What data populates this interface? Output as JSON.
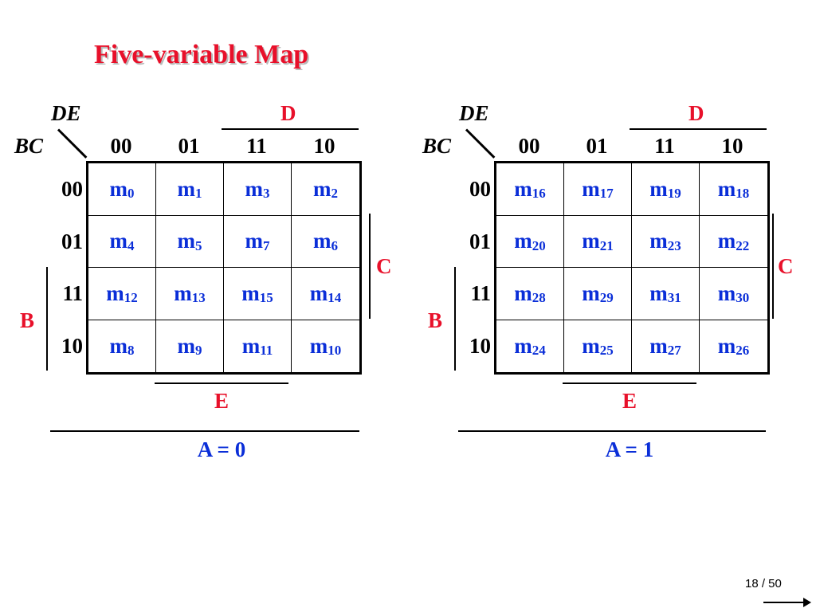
{
  "title": "Five-variable Map",
  "maps": [
    {
      "corner_col": "DE",
      "corner_row": "BC",
      "col_headers": [
        "00",
        "01",
        "11",
        "10"
      ],
      "row_headers": [
        "00",
        "01",
        "11",
        "10"
      ],
      "cells": [
        [
          "0",
          "1",
          "3",
          "2"
        ],
        [
          "4",
          "5",
          "7",
          "6"
        ],
        [
          "12",
          "13",
          "15",
          "14"
        ],
        [
          "8",
          "9",
          "11",
          "10"
        ]
      ],
      "label_d": "D",
      "label_c": "C",
      "label_b": "B",
      "label_e": "E",
      "label_a": "A = 0"
    },
    {
      "corner_col": "DE",
      "corner_row": "BC",
      "col_headers": [
        "00",
        "01",
        "11",
        "10"
      ],
      "row_headers": [
        "00",
        "01",
        "11",
        "10"
      ],
      "cells": [
        [
          "16",
          "17",
          "19",
          "18"
        ],
        [
          "20",
          "21",
          "23",
          "22"
        ],
        [
          "28",
          "29",
          "31",
          "30"
        ],
        [
          "24",
          "25",
          "27",
          "26"
        ]
      ],
      "label_d": "D",
      "label_c": "C",
      "label_b": "B",
      "label_e": "E",
      "label_a": "A = 1"
    }
  ],
  "cell_prefix": "m",
  "page_number": "18 / 50",
  "colors": {
    "title": "#e8102a",
    "labels": "#e8102a",
    "minterms": "#0a2ed8"
  }
}
